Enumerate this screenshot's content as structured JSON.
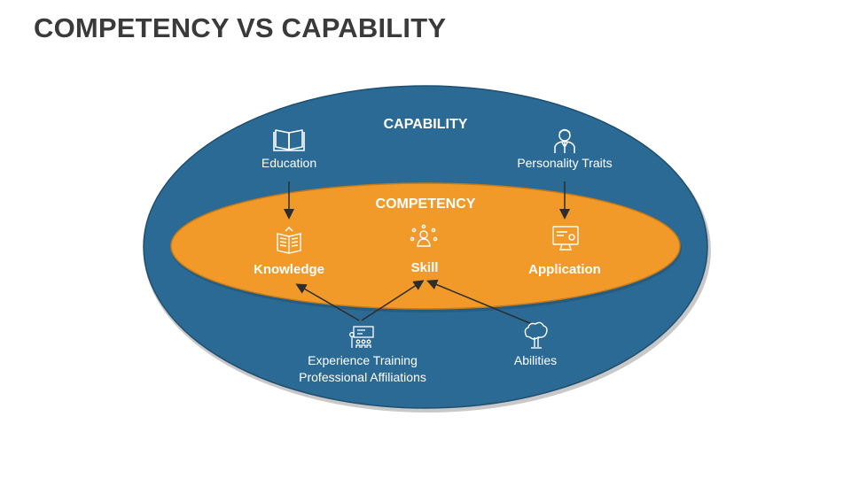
{
  "title": "COMPETENCY VS CAPABILITY",
  "capability": {
    "label": "CAPABILITY",
    "color": "#2b6a94",
    "items": {
      "education": "Education",
      "personality": "Personality Traits",
      "experience_line1": "Experience Training",
      "experience_line2": "Professional Affiliations",
      "abilities": "Abilities"
    }
  },
  "competency": {
    "label": "COMPETENCY",
    "color": "#f19a2a",
    "items": {
      "knowledge": "Knowledge",
      "skill": "Skill",
      "application": "Application"
    }
  },
  "icons": [
    "book-icon",
    "person-icon",
    "open-book-icon",
    "skill-person-icon",
    "monitor-icon",
    "training-icon",
    "tree-head-icon"
  ]
}
